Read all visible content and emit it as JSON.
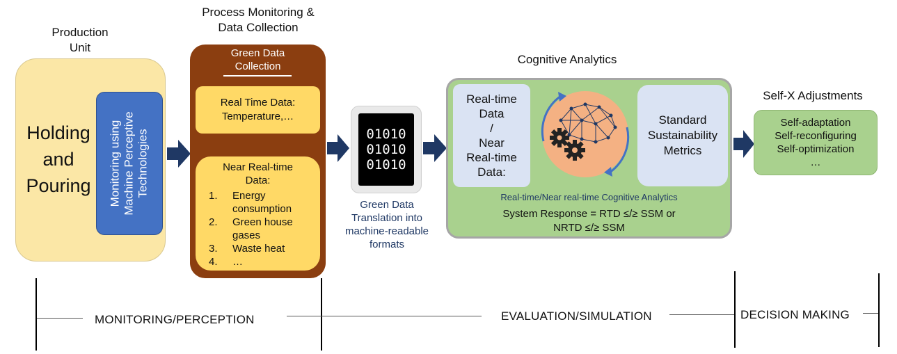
{
  "production_unit": {
    "title": "Production Unit",
    "title_line1": "Production",
    "title_line2": "Unit",
    "main_text_line1": "Holding",
    "main_text_line2": "and",
    "main_text_line3": "Pouring",
    "monitoring_line1": "Monitoring using",
    "monitoring_line2": "Machine Perceptive",
    "monitoring_line3": "Technologies"
  },
  "process_monitoring": {
    "title_line1": "Process Monitoring &",
    "title_line2": "Data Collection",
    "header_line1": "Green Data",
    "header_line2": "Collection",
    "real_time_line1": "Real Time Data:",
    "real_time_line2": "Temperature,…",
    "near_real_time_line1": "Near Real-time",
    "near_real_time_line2": "Data:",
    "items": [
      {
        "num": "1.",
        "line1": "Energy",
        "line2": "consumption"
      },
      {
        "num": "2.",
        "line1": "Green house",
        "line2": "gases"
      },
      {
        "num": "3.",
        "line1": "Waste heat",
        "line2": ""
      },
      {
        "num": "4.",
        "line1": "…",
        "line2": ""
      }
    ]
  },
  "translation": {
    "binary": [
      "01010",
      "01010",
      "01010"
    ],
    "caption_line1": "Green Data",
    "caption_line2": "Translation into",
    "caption_line3": "machine-readable",
    "caption_line4": "formats"
  },
  "cognitive": {
    "title": "Cognitive Analytics",
    "data_line1": "Real-time",
    "data_line2": "Data",
    "data_line3": "/",
    "data_line4": "Near",
    "data_line5": "Real-time",
    "data_line6": "Data:",
    "metrics_line1": "Standard",
    "metrics_line2": "Sustainability",
    "metrics_line3": "Metrics",
    "subtitle": "Real-time/Near real-time Cognitive Analytics",
    "response_line1": "System Response = RTD ≤/≥ SSM or",
    "response_line2": "NRTD ≤/≥ SSM"
  },
  "self_x": {
    "title": "Self-X Adjustments",
    "items": [
      "Self-adaptation",
      "Self-reconfiguring",
      "Self-optimization",
      "…"
    ]
  },
  "phases": {
    "monitoring": "MONITORING/PERCEPTION",
    "evaluation": "EVALUATION/SIMULATION",
    "decision": "DECISION MAKING"
  },
  "colors": {
    "light_yellow": "#fbe7a6",
    "yellow": "#ffd966",
    "brown": "#8b3e10",
    "blue": "#4472c4",
    "green": "#a9d18e",
    "light_blue": "#dae3f3",
    "arrow": "#1f3864",
    "salmon": "#f4b183"
  }
}
